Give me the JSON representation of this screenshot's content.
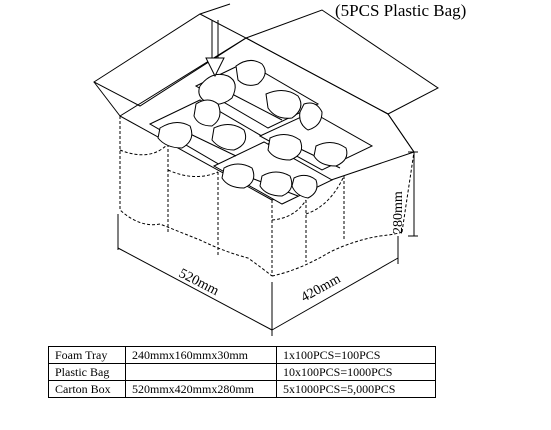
{
  "diagram": {
    "bag_label": "(5PCS Plastic Bag)",
    "dimensions": {
      "length": "520mm",
      "width": "420mm",
      "height": "280mm"
    }
  },
  "table": {
    "rows": [
      {
        "name": "Foam Tray",
        "size": "240mmx160mmx30mm",
        "qty": "1x100PCS=100PCS"
      },
      {
        "name": "Plastic Bag",
        "size": "",
        "qty": "10x100PCS=1000PCS"
      },
      {
        "name": "Carton Box",
        "size": "520mmx420mmx280mm",
        "qty": "5x1000PCS=5,000PCS"
      }
    ]
  }
}
